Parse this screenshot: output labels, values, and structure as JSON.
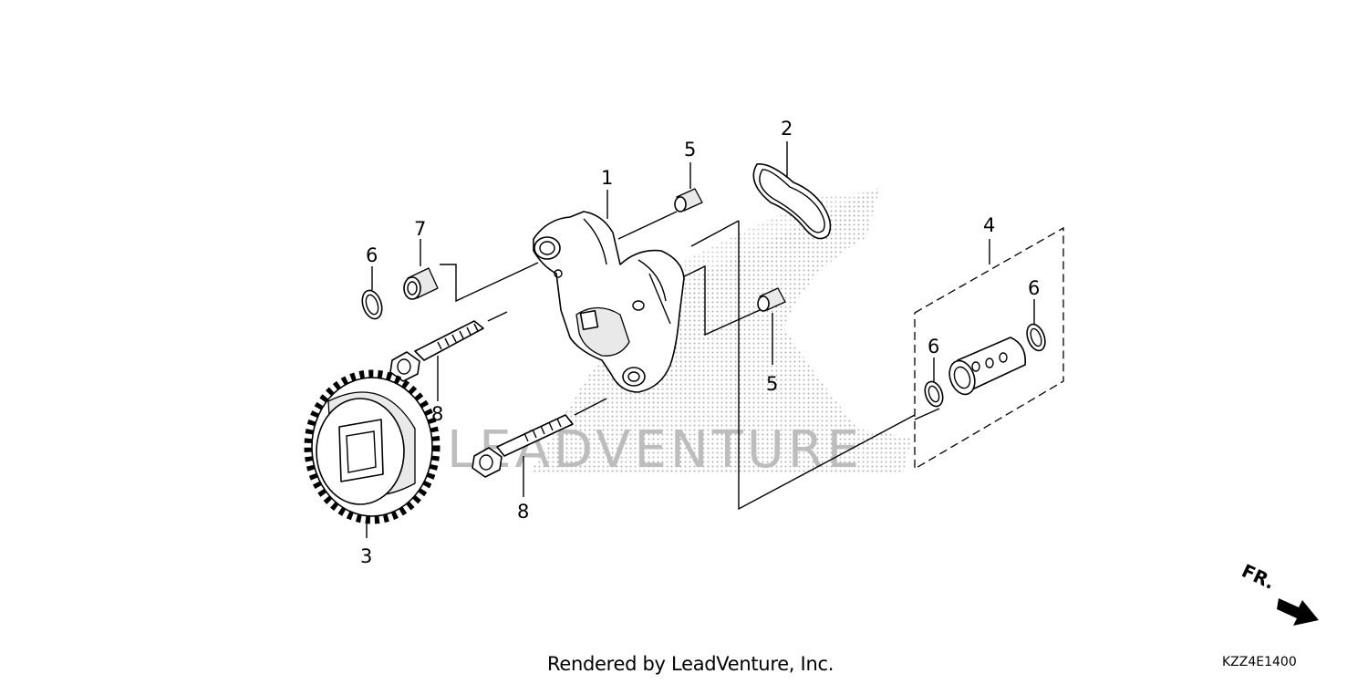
{
  "diagram": {
    "callouts": {
      "c1": "1",
      "c2": "2",
      "c3": "3",
      "c4": "4",
      "c5a": "5",
      "c5b": "5",
      "c6a": "6",
      "c6b": "6",
      "c6c": "6",
      "c7": "7",
      "c8a": "8",
      "c8b": "8"
    },
    "watermark": "LEADVENTURE",
    "direction_label": "FR."
  },
  "footer": {
    "rendered_by": "Rendered by LeadVenture, Inc.",
    "diagram_code": "KZZ4E1400"
  }
}
